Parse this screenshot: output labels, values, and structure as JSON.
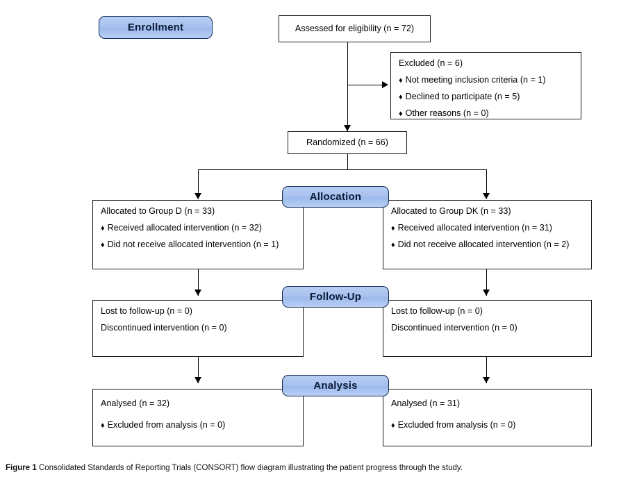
{
  "figure": {
    "label": "Figure 1",
    "caption": "Consolidated Standards of Reporting Trials (CONSORT) flow diagram illustrating the patient progress through the study."
  },
  "colors": {
    "banner_fill": "#a9c2ee",
    "banner_border": "#102a52",
    "box_border": "#1a1a1a",
    "box_fill": "#ffffff",
    "connector": "#000000"
  },
  "bullet_glyph": "♦",
  "banners": [
    {
      "id": "enrollment",
      "label": "Enrollment"
    },
    {
      "id": "allocation",
      "label": "Allocation"
    },
    {
      "id": "followup",
      "label": "Follow-Up"
    },
    {
      "id": "analysis",
      "label": "Analysis"
    }
  ],
  "nodes": {
    "assessed": {
      "title": "Assessed for eligibility (n = 72)"
    },
    "excluded": {
      "title": "Excluded (n = 6)",
      "items": [
        "Not meeting inclusion criteria (n = 1)",
        "Declined to participate (n = 5)",
        "Other reasons (n = 0)"
      ]
    },
    "randomized": {
      "title": "Randomized (n = 66)"
    },
    "allocation_left": {
      "title": "Allocated to Group D (n = 33)",
      "items": [
        "Received allocated intervention (n = 32)",
        "Did not receive allocated intervention (n = 1)"
      ]
    },
    "allocation_right": {
      "title": "Allocated to Group DK (n = 33)",
      "items": [
        "Received allocated intervention (n = 31)",
        "Did not receive allocated intervention (n = 2)"
      ]
    },
    "followup_left": {
      "lines": [
        "Lost to follow-up (n = 0)",
        "Discontinued intervention (n = 0)"
      ]
    },
    "followup_right": {
      "lines": [
        "Lost to follow-up (n = 0)",
        "Discontinued intervention (n = 0)"
      ]
    },
    "analysis_left": {
      "title": "Analysed (n = 32)",
      "items": [
        "Excluded from analysis (n = 0)"
      ]
    },
    "analysis_right": {
      "title": "Analysed (n = 31)",
      "items": [
        "Excluded from analysis (n = 0)"
      ]
    }
  }
}
